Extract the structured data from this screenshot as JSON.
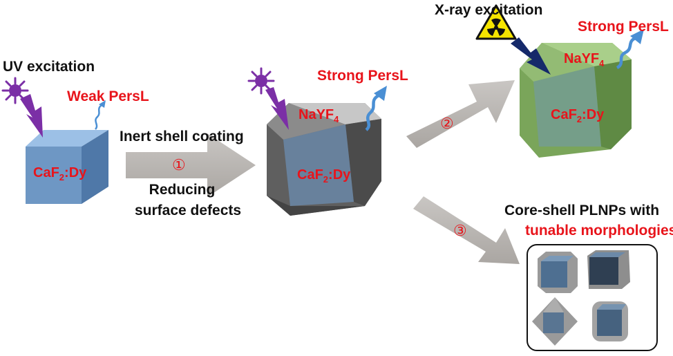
{
  "labels": {
    "uv_excitation": "UV excitation",
    "weak_persl": "Weak PersL",
    "strong_persl_middle": "Strong PersL",
    "strong_persl_right": "Strong PersL",
    "xray_excitation": "X-ray excitation",
    "inert_shell_coating": "Inert shell coating",
    "reducing_line1": "Reducing",
    "reducing_line2": "surface defects",
    "core_shell_title": "Core-shell PLNPs with",
    "tunable_morphologies": "tunable morphologies"
  },
  "particles": {
    "bare_core": {
      "core_main": "CaF",
      "core_sub": "2",
      "core_rest": ":Dy"
    },
    "coated": {
      "core_main": "CaF",
      "core_sub": "2",
      "core_rest": ":Dy",
      "shell_main": "NaYF",
      "shell_sub": "4"
    },
    "xray": {
      "core_main": "CaF",
      "core_sub": "2",
      "core_rest": ":Dy",
      "shell_main": "NaYF",
      "shell_sub": "4"
    }
  },
  "steps": [
    "①",
    "②",
    "③"
  ],
  "colors": {
    "text_red": "#e8141b",
    "text_black": "#111111",
    "core_blue": "#6e97c4",
    "shell_gray": "#5f5f5f",
    "shell_green": "#7aa55a",
    "arrow_gray": "#b8b4b0",
    "uv_purple": "#7b2fa6",
    "xray_navy": "#15296a",
    "emission_blue": "#4a8fd4",
    "radiation_yellow": "#f5e400"
  },
  "icons": [
    "uv-sun-icon",
    "lightning-bolt-icon",
    "wavy-emission-arrow-icon",
    "radiation-hazard-icon"
  ]
}
